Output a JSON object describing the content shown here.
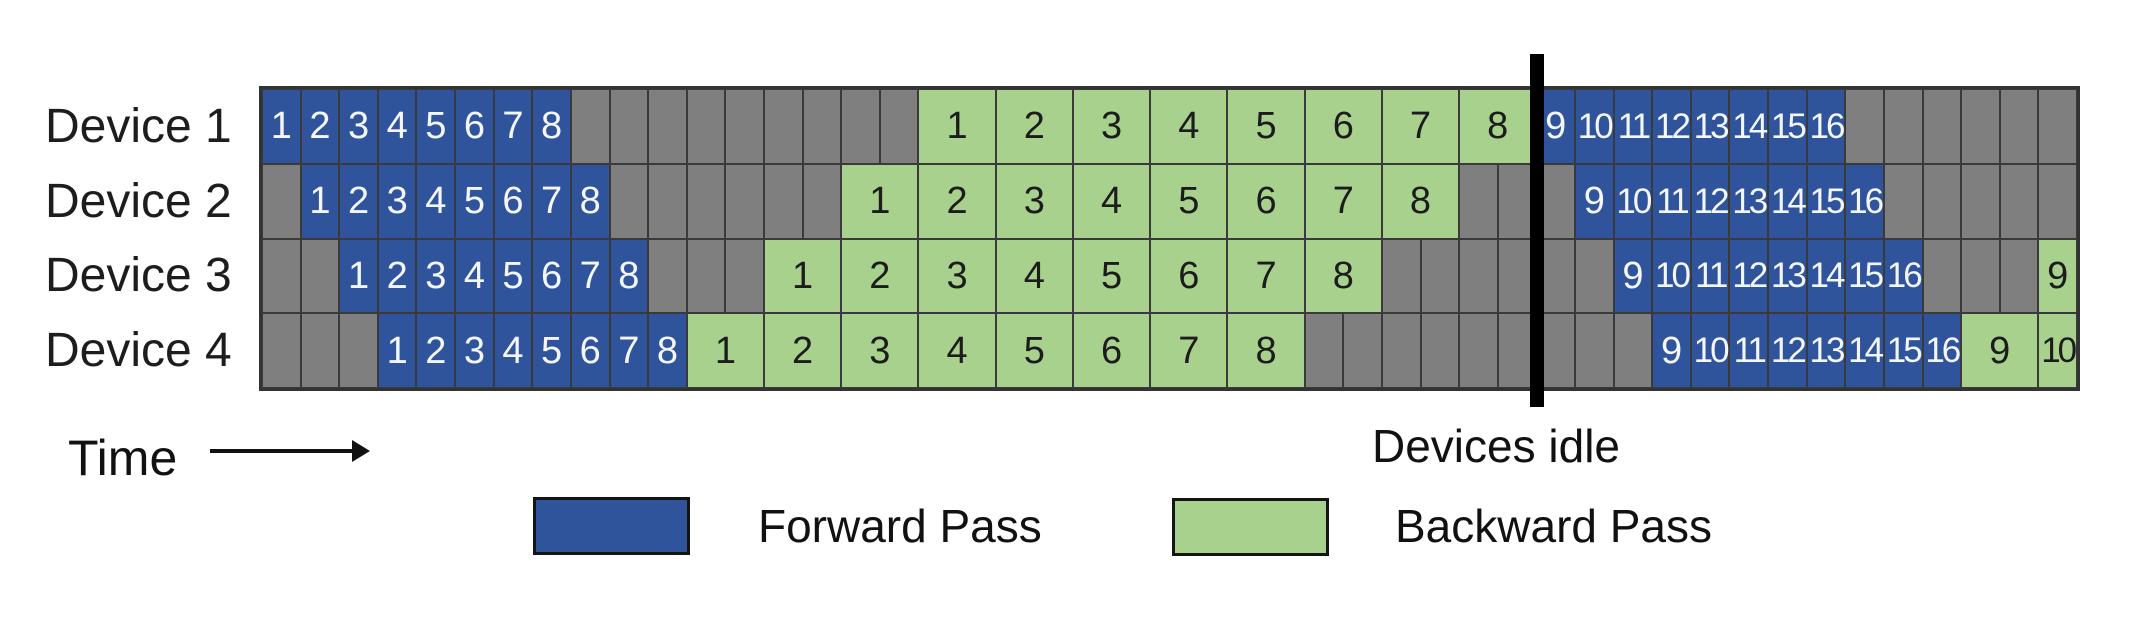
{
  "colors": {
    "forward": "#30549C",
    "backward": "#A9D18E",
    "idle": "#7F7F7F",
    "divider": "#000000"
  },
  "cell_types": {
    "f": "forward-pass",
    "b": "backward-pass",
    "i": "idle"
  },
  "schedule": {
    "rows": [
      {
        "device": "Device 1",
        "cells": [
          [
            "f",
            "1",
            1
          ],
          [
            "f",
            "2",
            1
          ],
          [
            "f",
            "3",
            1
          ],
          [
            "f",
            "4",
            1
          ],
          [
            "f",
            "5",
            1
          ],
          [
            "f",
            "6",
            1
          ],
          [
            "f",
            "7",
            1
          ],
          [
            "f",
            "8",
            1
          ],
          [
            "i",
            "",
            1
          ],
          [
            "i",
            "",
            1
          ],
          [
            "i",
            "",
            1
          ],
          [
            "i",
            "",
            1
          ],
          [
            "i",
            "",
            1
          ],
          [
            "i",
            "",
            1
          ],
          [
            "i",
            "",
            1
          ],
          [
            "i",
            "",
            1
          ],
          [
            "i",
            "",
            1
          ],
          [
            "b",
            "1",
            2
          ],
          [
            "b",
            "2",
            2
          ],
          [
            "b",
            "3",
            2
          ],
          [
            "b",
            "4",
            2
          ],
          [
            "b",
            "5",
            2
          ],
          [
            "b",
            "6",
            2
          ],
          [
            "b",
            "7",
            2
          ],
          [
            "b",
            "8",
            2
          ],
          [
            "f",
            "9",
            1
          ],
          [
            "f",
            "10",
            1
          ],
          [
            "f",
            "11",
            1
          ],
          [
            "f",
            "12",
            1
          ],
          [
            "f",
            "13",
            1
          ],
          [
            "f",
            "14",
            1
          ],
          [
            "f",
            "15",
            1
          ],
          [
            "f",
            "16",
            1
          ],
          [
            "i",
            "",
            1
          ],
          [
            "i",
            "",
            1
          ],
          [
            "i",
            "",
            1
          ],
          [
            "i",
            "",
            1
          ],
          [
            "i",
            "",
            1
          ],
          [
            "i",
            "",
            1
          ]
        ]
      },
      {
        "device": "Device 2",
        "cells": [
          [
            "i",
            "",
            1
          ],
          [
            "f",
            "1",
            1
          ],
          [
            "f",
            "2",
            1
          ],
          [
            "f",
            "3",
            1
          ],
          [
            "f",
            "4",
            1
          ],
          [
            "f",
            "5",
            1
          ],
          [
            "f",
            "6",
            1
          ],
          [
            "f",
            "7",
            1
          ],
          [
            "f",
            "8",
            1
          ],
          [
            "i",
            "",
            1
          ],
          [
            "i",
            "",
            1
          ],
          [
            "i",
            "",
            1
          ],
          [
            "i",
            "",
            1
          ],
          [
            "i",
            "",
            1
          ],
          [
            "i",
            "",
            1
          ],
          [
            "b",
            "1",
            2
          ],
          [
            "b",
            "2",
            2
          ],
          [
            "b",
            "3",
            2
          ],
          [
            "b",
            "4",
            2
          ],
          [
            "b",
            "5",
            2
          ],
          [
            "b",
            "6",
            2
          ],
          [
            "b",
            "7",
            2
          ],
          [
            "b",
            "8",
            2
          ],
          [
            "i",
            "",
            1
          ],
          [
            "i",
            "",
            1
          ],
          [
            "i",
            "",
            1
          ],
          [
            "f",
            "9",
            1
          ],
          [
            "f",
            "10",
            1
          ],
          [
            "f",
            "11",
            1
          ],
          [
            "f",
            "12",
            1
          ],
          [
            "f",
            "13",
            1
          ],
          [
            "f",
            "14",
            1
          ],
          [
            "f",
            "15",
            1
          ],
          [
            "f",
            "16",
            1
          ],
          [
            "i",
            "",
            1
          ],
          [
            "i",
            "",
            1
          ],
          [
            "i",
            "",
            1
          ],
          [
            "i",
            "",
            1
          ],
          [
            "i",
            "",
            1
          ]
        ]
      },
      {
        "device": "Device 3",
        "cells": [
          [
            "i",
            "",
            1
          ],
          [
            "i",
            "",
            1
          ],
          [
            "f",
            "1",
            1
          ],
          [
            "f",
            "2",
            1
          ],
          [
            "f",
            "3",
            1
          ],
          [
            "f",
            "4",
            1
          ],
          [
            "f",
            "5",
            1
          ],
          [
            "f",
            "6",
            1
          ],
          [
            "f",
            "7",
            1
          ],
          [
            "f",
            "8",
            1
          ],
          [
            "i",
            "",
            1
          ],
          [
            "i",
            "",
            1
          ],
          [
            "i",
            "",
            1
          ],
          [
            "b",
            "1",
            2
          ],
          [
            "b",
            "2",
            2
          ],
          [
            "b",
            "3",
            2
          ],
          [
            "b",
            "4",
            2
          ],
          [
            "b",
            "5",
            2
          ],
          [
            "b",
            "6",
            2
          ],
          [
            "b",
            "7",
            2
          ],
          [
            "b",
            "8",
            2
          ],
          [
            "i",
            "",
            1
          ],
          [
            "i",
            "",
            1
          ],
          [
            "i",
            "",
            1
          ],
          [
            "i",
            "",
            1
          ],
          [
            "i",
            "",
            1
          ],
          [
            "i",
            "",
            1
          ],
          [
            "f",
            "9",
            1
          ],
          [
            "f",
            "10",
            1
          ],
          [
            "f",
            "11",
            1
          ],
          [
            "f",
            "12",
            1
          ],
          [
            "f",
            "13",
            1
          ],
          [
            "f",
            "14",
            1
          ],
          [
            "f",
            "15",
            1
          ],
          [
            "f",
            "16",
            1
          ],
          [
            "i",
            "",
            1
          ],
          [
            "i",
            "",
            1
          ],
          [
            "i",
            "",
            1
          ],
          [
            "b",
            "9",
            1
          ]
        ]
      },
      {
        "device": "Device 4",
        "cells": [
          [
            "i",
            "",
            1
          ],
          [
            "i",
            "",
            1
          ],
          [
            "i",
            "",
            1
          ],
          [
            "f",
            "1",
            1
          ],
          [
            "f",
            "2",
            1
          ],
          [
            "f",
            "3",
            1
          ],
          [
            "f",
            "4",
            1
          ],
          [
            "f",
            "5",
            1
          ],
          [
            "f",
            "6",
            1
          ],
          [
            "f",
            "7",
            1
          ],
          [
            "f",
            "8",
            1
          ],
          [
            "b",
            "1",
            2
          ],
          [
            "b",
            "2",
            2
          ],
          [
            "b",
            "3",
            2
          ],
          [
            "b",
            "4",
            2
          ],
          [
            "b",
            "5",
            2
          ],
          [
            "b",
            "6",
            2
          ],
          [
            "b",
            "7",
            2
          ],
          [
            "b",
            "8",
            2
          ],
          [
            "i",
            "",
            1
          ],
          [
            "i",
            "",
            1
          ],
          [
            "i",
            "",
            1
          ],
          [
            "i",
            "",
            1
          ],
          [
            "i",
            "",
            1
          ],
          [
            "i",
            "",
            1
          ],
          [
            "i",
            "",
            1
          ],
          [
            "i",
            "",
            1
          ],
          [
            "i",
            "",
            1
          ],
          [
            "f",
            "9",
            1
          ],
          [
            "f",
            "10",
            1
          ],
          [
            "f",
            "11",
            1
          ],
          [
            "f",
            "12",
            1
          ],
          [
            "f",
            "13",
            1
          ],
          [
            "f",
            "14",
            1
          ],
          [
            "f",
            "15",
            1
          ],
          [
            "f",
            "16",
            1
          ],
          [
            "b",
            "9",
            2
          ],
          [
            "b",
            "10",
            1
          ]
        ]
      }
    ]
  },
  "annotations": {
    "time_label": "Time",
    "devices_idle_label": "Devices idle"
  },
  "legend": [
    {
      "label": "Forward Pass",
      "color_key": "forward"
    },
    {
      "label": "Backward Pass",
      "color_key": "backward"
    }
  ]
}
